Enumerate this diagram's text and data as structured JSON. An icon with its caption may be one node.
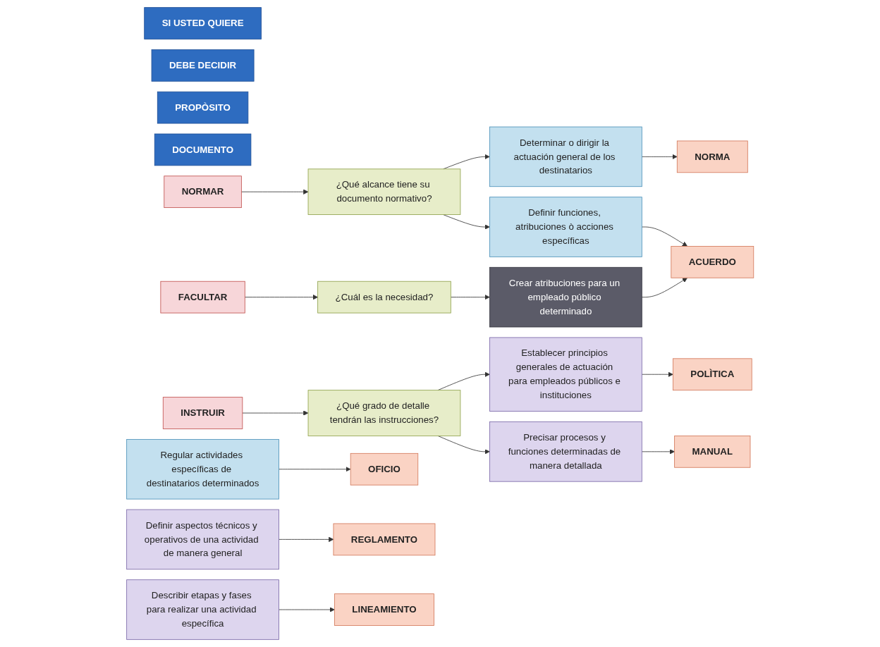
{
  "diagram": {
    "nodes": [
      {
        "text": [
          "SI USTED QUIERE"
        ]
      },
      {
        "text": [
          "DEBE DECIDIR"
        ]
      },
      {
        "text": [
          "PROPÒSITO"
        ]
      },
      {
        "text": [
          "DOCUMENTO"
        ]
      },
      {
        "text": [
          "NORMAR"
        ]
      },
      {
        "text": [
          "FACULTAR"
        ]
      },
      {
        "text": [
          "INSTRUIR"
        ]
      },
      {
        "text": [
          "¿Qué alcance tiene su documento normativo?"
        ]
      },
      {
        "text": [
          "¿Cuál es la necesidad?"
        ]
      },
      {
        "text": [
          "¿Qué grado de detalle tendrán las instrucciones?"
        ]
      },
      {
        "text": [
          "Determinar o dirigir la actuación general de los destinatarios"
        ]
      },
      {
        "text": [
          "Regular actividades específicas de destinatarios determinados"
        ]
      },
      {
        "text": [
          "Definir funciones, atribuciones ò acciones específicas"
        ]
      },
      {
        "text": [
          "Crear atribuciones para un empleado público determinado"
        ]
      },
      {
        "text": [
          "Establecer principios generales de actuación para empleados públicos e instituciones"
        ]
      },
      {
        "text": [
          "Definir aspectos técnicos y operativos de una actividad de manera general"
        ]
      },
      {
        "text": [
          "Describir etapas y fases para realizar una actividad específica"
        ]
      },
      {
        "text": [
          "Precisar procesos y funciones determinadas de manera detallada"
        ]
      },
      {
        "text": [
          "NORMA"
        ]
      },
      {
        "text": [
          "OFICIO"
        ]
      },
      {
        "text": [
          "ACUERDO"
        ]
      },
      {
        "text": [
          "POLÌTICA"
        ]
      },
      {
        "text": [
          "REGLAMENTO"
        ]
      },
      {
        "text": [
          "LINEAMIENTO"
        ]
      },
      {
        "text": [
          "MANUAL"
        ]
      }
    ],
    "edges": [
      {
        "from": 4,
        "to": 7,
        "arrow": "to"
      },
      {
        "from": 5,
        "to": 8,
        "arrow": "to"
      },
      {
        "from": 6,
        "to": 9,
        "arrow": "to"
      },
      {
        "from": 7,
        "to": 10,
        "arrow": "to"
      },
      {
        "from": 7,
        "to": 12,
        "arrow": "to"
      },
      {
        "from": 8,
        "to": 13,
        "arrow": "to"
      },
      {
        "from": 9,
        "to": 14,
        "arrow": "to"
      },
      {
        "from": 9,
        "to": 17,
        "arrow": "to"
      },
      {
        "from": 10,
        "to": 18,
        "arrow": "to"
      },
      {
        "from": 11,
        "to": 19,
        "arrow": "to"
      },
      {
        "from": 12,
        "to": 20,
        "arrow": "to"
      },
      {
        "from": 13,
        "to": 20,
        "arrow": "to"
      },
      {
        "from": 14,
        "to": 21,
        "arrow": "to"
      },
      {
        "from": 15,
        "to": 22,
        "arrow": "to"
      },
      {
        "from": 16,
        "to": 23,
        "arrow": "to"
      },
      {
        "from": 17,
        "to": 24,
        "arrow": "to"
      }
    ]
  }
}
